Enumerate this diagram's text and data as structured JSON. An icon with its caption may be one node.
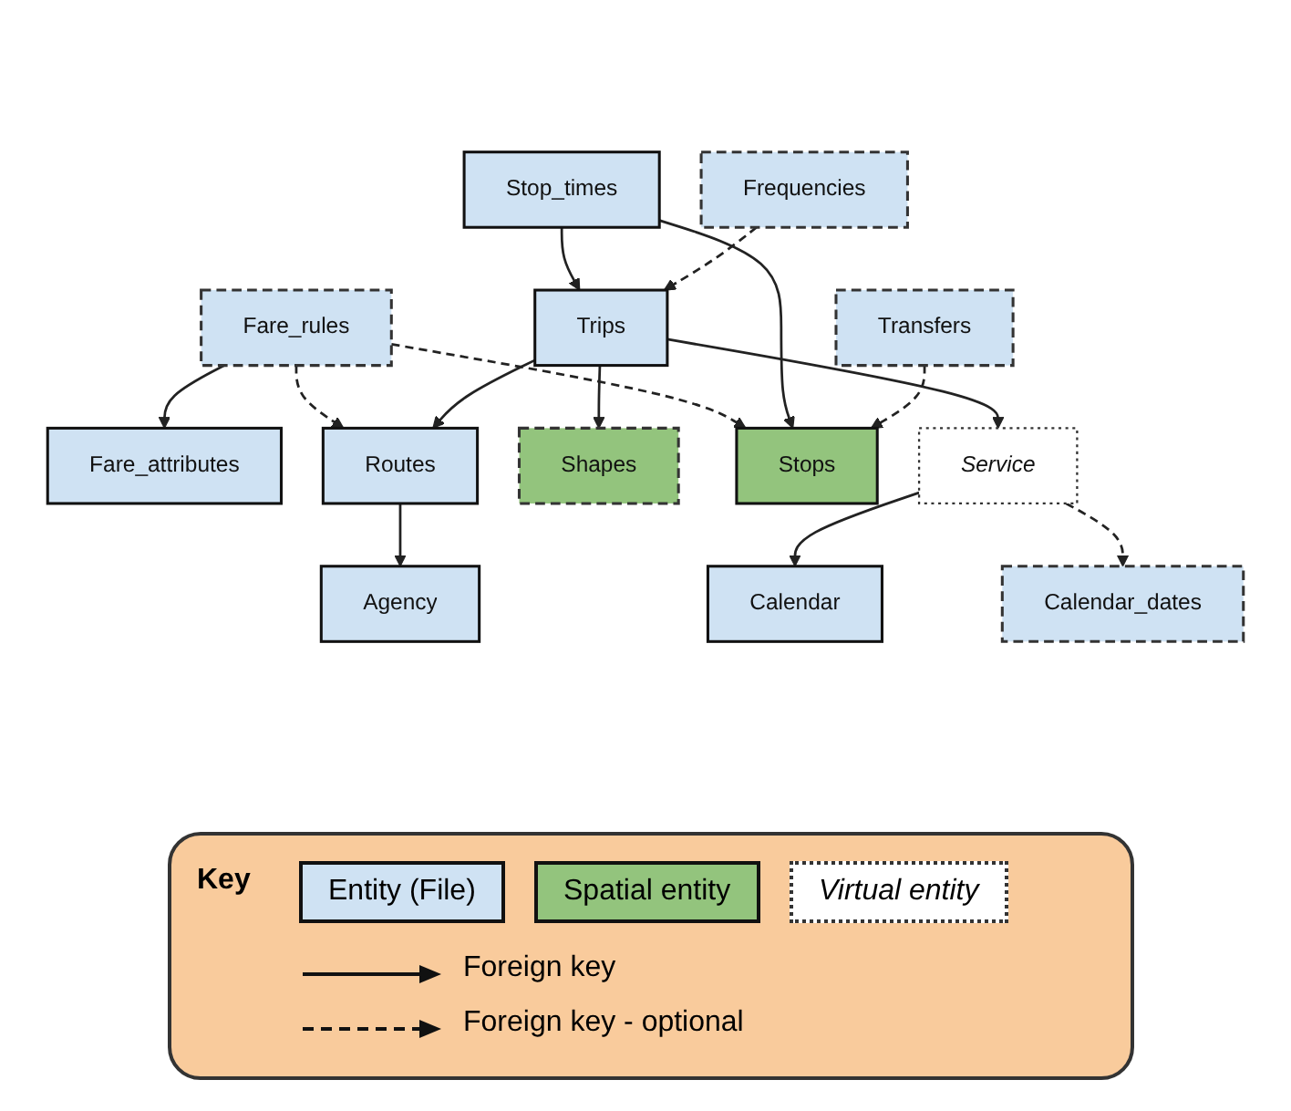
{
  "diagram": {
    "nodes": [
      {
        "text": [
          "Agency"
        ]
      },
      {
        "text": [
          "Fare_attributes"
        ]
      },
      {
        "text": [
          "Routes"
        ]
      },
      {
        "text": [
          "Fare_rules"
        ]
      },
      {
        "text": [
          "Shapes"
        ]
      },
      {
        "text": [
          "Trips"
        ]
      },
      {
        "text": [
          "Stop_times"
        ]
      },
      {
        "text": [
          "Stops"
        ]
      },
      {
        "text": [
          "Service"
        ]
      },
      {
        "text": [
          "Frequencies"
        ]
      },
      {
        "text": [
          "Transfers"
        ]
      },
      {
        "text": [
          "Calendar"
        ]
      },
      {
        "text": [
          "Calendar_dates"
        ]
      }
    ],
    "edges": [
      {
        "from": 2,
        "to": 0,
        "arrow": "to"
      },
      {
        "from": 3,
        "to": 1,
        "arrow": "to"
      },
      {
        "from": 3,
        "to": 2,
        "arrow": "to",
        "style": "dashed"
      },
      {
        "from": 3,
        "to": 7,
        "arrow": "to",
        "style": "dashed"
      },
      {
        "from": 5,
        "to": 2,
        "arrow": "to"
      },
      {
        "from": 5,
        "to": 4,
        "arrow": "to"
      },
      {
        "from": 6,
        "to": 5,
        "arrow": "to"
      },
      {
        "from": 6,
        "to": 7,
        "arrow": "to"
      },
      {
        "from": 5,
        "to": 8,
        "arrow": "to"
      },
      {
        "from": 9,
        "to": 5,
        "arrow": "to",
        "style": "dashed"
      },
      {
        "from": 10,
        "to": 7,
        "arrow": "to",
        "style": "dashed"
      },
      {
        "from": 8,
        "to": 11,
        "arrow": "to"
      },
      {
        "from": 8,
        "to": 12,
        "arrow": "to",
        "style": "dashed"
      }
    ],
    "labels": [
      "Key"
    ],
    "legend": [
      {
        "text": "Entity (File)",
        "color": "#cfe2f3"
      },
      {
        "text": "Spatial entity",
        "color": "#93c47d"
      },
      {
        "text": "Virtual entity"
      },
      {
        "text": "Foreign key"
      },
      {
        "text": "Foreign key - optional"
      }
    ]
  }
}
